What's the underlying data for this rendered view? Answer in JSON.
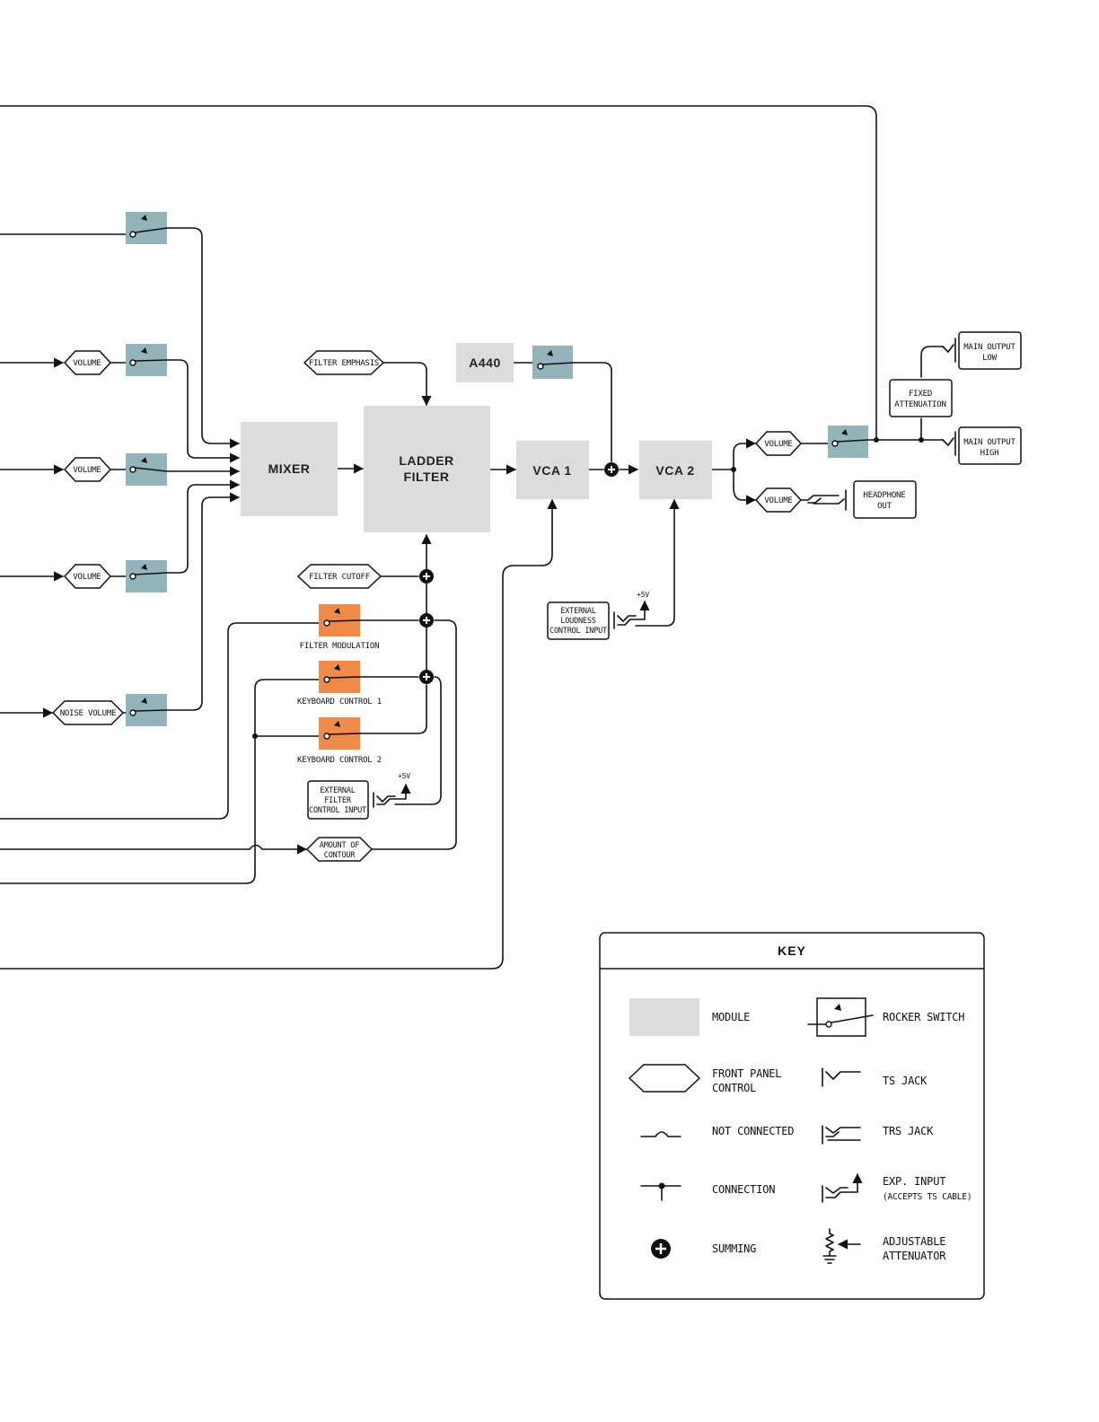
{
  "modules": {
    "mixer": "MIXER",
    "ladder_filter_line1": "LADDER",
    "ladder_filter_line2": "FILTER",
    "vca1": "VCA 1",
    "vca2": "VCA 2",
    "a440": "A440"
  },
  "controls": {
    "volume_1": "VOLUME",
    "volume_2": "VOLUME",
    "volume_3": "VOLUME",
    "noise_volume": "NOISE VOLUME",
    "filter_emphasis": "FILTER EMPHASIS",
    "filter_cutoff": "FILTER CUTOFF",
    "amount_of_contour_line1": "AMOUNT OF",
    "amount_of_contour_line2": "CONTOUR",
    "out_volume_main": "VOLUME",
    "out_volume_headphone": "VOLUME"
  },
  "switch_labels": {
    "filter_modulation": "FILTER MODULATION",
    "keyboard_control_1": "KEYBOARD CONTROL 1",
    "keyboard_control_2": "KEYBOARD CONTROL 2"
  },
  "jacks": {
    "ext_filter_line1": "EXTERNAL",
    "ext_filter_line2": "FILTER",
    "ext_filter_line3": "CONTROL INPUT",
    "ext_filter_plus5v": "+5V",
    "ext_loudness_line1": "EXTERNAL",
    "ext_loudness_line2": "LOUDNESS",
    "ext_loudness_line3": "CONTROL INPUT",
    "ext_loudness_plus5v": "+5V",
    "main_low_line1": "MAIN OUTPUT",
    "main_low_line2": "LOW",
    "main_high_line1": "MAIN OUTPUT",
    "main_high_line2": "HIGH",
    "headphone_line1": "HEADPHONE",
    "headphone_line2": "OUT",
    "fixed_att_line1": "FIXED",
    "fixed_att_line2": "ATTENUATION"
  },
  "key": {
    "title": "KEY",
    "module": "MODULE",
    "front_panel_line1": "FRONT PANEL",
    "front_panel_line2": "CONTROL",
    "not_connected": "NOT CONNECTED",
    "connection": "CONNECTION",
    "summing": "SUMMING",
    "rocker_switch": "ROCKER SWITCH",
    "ts_jack": "TS JACK",
    "trs_jack": "TRS JACK",
    "exp_input_line1": "EXP. INPUT",
    "exp_input_line2": "(ACCEPTS TS CABLE)",
    "adjustable_line1": "ADJUSTABLE",
    "adjustable_line2": "ATTENUATOR"
  },
  "colors": {
    "module_fill": "#dcdcdc",
    "rocker_blue": "#94b4bb",
    "rocker_orange": "#f08a4b",
    "line": "#111111"
  }
}
